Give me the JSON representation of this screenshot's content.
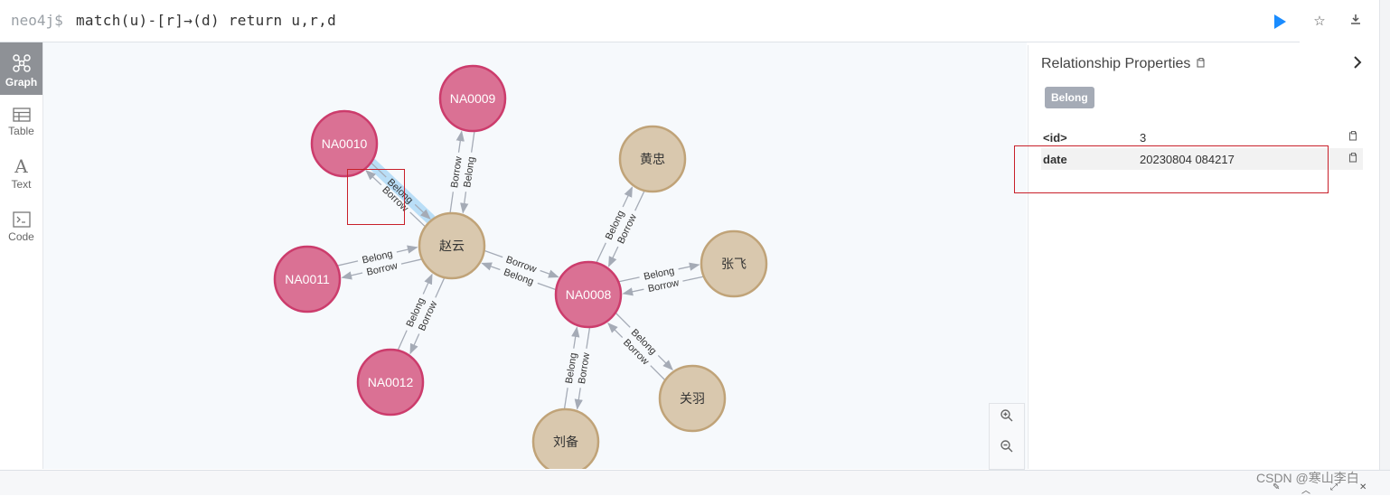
{
  "editor": {
    "prompt": "neo4j$",
    "query": "match(u)-[r]→(d) return u,r,d"
  },
  "sidebar": {
    "items": [
      {
        "label": "Graph",
        "icon": "graph-icon",
        "active": true
      },
      {
        "label": "Table",
        "icon": "table-icon",
        "active": false
      },
      {
        "label": "Text",
        "icon": "text-icon",
        "active": false
      },
      {
        "label": "Code",
        "icon": "code-icon",
        "active": false
      }
    ]
  },
  "graph": {
    "nodes": [
      {
        "id": "zhaoyun",
        "label": "赵云",
        "type": "person"
      },
      {
        "id": "NA0008",
        "label": "NA0008",
        "type": "book"
      },
      {
        "id": "NA0009",
        "label": "NA0009",
        "type": "book"
      },
      {
        "id": "NA0010",
        "label": "NA0010",
        "type": "book"
      },
      {
        "id": "NA0011",
        "label": "NA0011",
        "type": "book"
      },
      {
        "id": "NA0012",
        "label": "NA0012",
        "type": "book"
      },
      {
        "id": "huangzhong",
        "label": "黄忠",
        "type": "person"
      },
      {
        "id": "zhangfei",
        "label": "张飞",
        "type": "person"
      },
      {
        "id": "guanyu",
        "label": "关羽",
        "type": "person"
      },
      {
        "id": "liubei",
        "label": "刘备",
        "type": "person"
      }
    ],
    "edges": [
      {
        "label": "Belong"
      },
      {
        "label": "Borrow"
      },
      {
        "label": "Belong"
      },
      {
        "label": "Borrow"
      },
      {
        "label": "Borrow"
      },
      {
        "label": "Belong"
      },
      {
        "label": "Borrow"
      },
      {
        "label": "Belong"
      },
      {
        "label": "Belong"
      },
      {
        "label": "Borrow"
      },
      {
        "label": "Borrow"
      },
      {
        "label": "Belong"
      },
      {
        "label": "Borrow"
      },
      {
        "label": "Belong"
      },
      {
        "label": "Borrow"
      },
      {
        "label": "Belong"
      },
      {
        "label": "Belong"
      },
      {
        "label": "Borrow"
      },
      {
        "label": "Belong"
      },
      {
        "label": "Borrow"
      }
    ]
  },
  "panel": {
    "title": "Relationship Properties",
    "badge": "Belong",
    "properties": [
      {
        "key": "<id>",
        "value": "3"
      },
      {
        "key": "date",
        "value": "20230804 084217"
      }
    ]
  },
  "watermark": "CSDN @寒山李白",
  "colors": {
    "book_fill": "#da7194",
    "book_stroke": "#cc3c6c",
    "person_fill": "#d9c8ae",
    "person_stroke": "#c0a378",
    "accent": "#1a8cff",
    "highlight": "#c8202a"
  }
}
